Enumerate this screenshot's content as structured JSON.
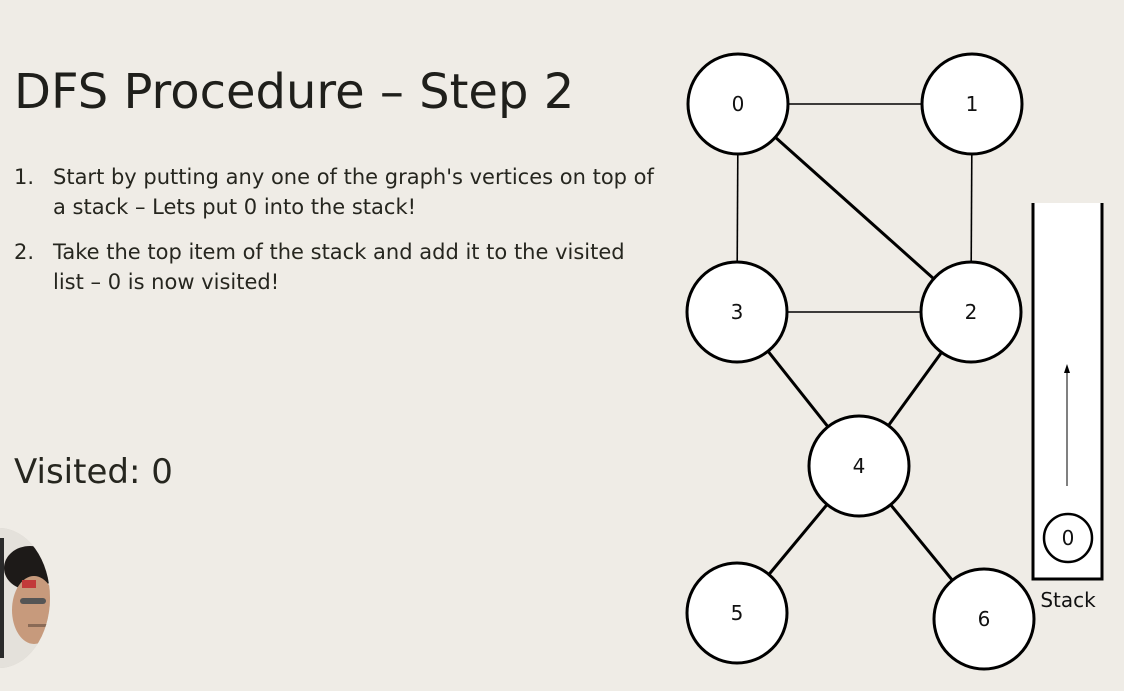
{
  "slide": {
    "title": "DFS Procedure – Step 2",
    "steps": [
      {
        "num": "1.",
        "text": "Start by putting any one of the graph's vertices on top of a stack – Lets put 0 into the stack!"
      },
      {
        "num": "2.",
        "text": "Take the top item of the stack and add it to the visited list – 0 is now visited!"
      }
    ],
    "visited": "Visited: 0"
  },
  "graph": {
    "nodes": [
      {
        "id": "0",
        "label": "0"
      },
      {
        "id": "1",
        "label": "1"
      },
      {
        "id": "2",
        "label": "2"
      },
      {
        "id": "3",
        "label": "3"
      },
      {
        "id": "4",
        "label": "4"
      },
      {
        "id": "5",
        "label": "5"
      },
      {
        "id": "6",
        "label": "6"
      }
    ],
    "edges": [
      [
        "0",
        "1"
      ],
      [
        "0",
        "3"
      ],
      [
        "0",
        "2"
      ],
      [
        "1",
        "2"
      ],
      [
        "3",
        "2"
      ],
      [
        "3",
        "4"
      ],
      [
        "2",
        "4"
      ],
      [
        "4",
        "5"
      ],
      [
        "4",
        "6"
      ]
    ]
  },
  "stack": {
    "label": "Stack",
    "items": [
      "0"
    ]
  },
  "colors": {
    "background": "#efece6",
    "node_fill": "#ffffff",
    "stroke": "#000000",
    "text": "#1f1f1b"
  }
}
